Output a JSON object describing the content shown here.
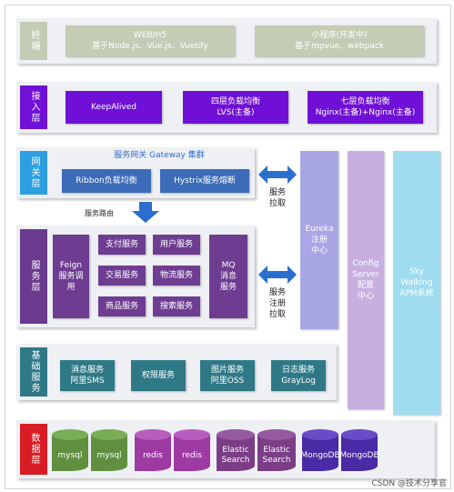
{
  "layers": {
    "client": "终端",
    "access": "接入层",
    "gateway": "网关层",
    "service": "服务层",
    "base": "基础服务",
    "data": "数据层"
  },
  "client": {
    "web_title": "WEB/H5",
    "web_sub": "基于Node.js、Vue.js、Vuetify",
    "mini_title": "小程序(开发中)",
    "mini_sub": "基于mpvue、webpack"
  },
  "access": {
    "keepalived": "KeepAlived",
    "lvs_title": "四层负载均衡",
    "lvs_sub": "LVS(主备)",
    "nginx_title": "七层负载均衡",
    "nginx_sub": "Nginx(主备)+Nginx(主备)"
  },
  "gateway": {
    "title": "服务网关 Gateway 集群",
    "ribbon": "Ribbon负载均衡",
    "hystrix": "Hystrix服务熔断",
    "route_label": "服务路由"
  },
  "service": {
    "feign": "Feign服务调用",
    "items": [
      "支付服务",
      "用户服务",
      "交易服务",
      "物流服务",
      "商品服务",
      "搜索服务"
    ],
    "mq": "MQ消息服务"
  },
  "base": {
    "msg": "消息服务\n阿里SMS",
    "auth": "权限服务",
    "img": "图片服务\n阿里OSS",
    "log": "日志服务\nGrayLog"
  },
  "data": {
    "items": [
      "mysql",
      "mysql",
      "redis",
      "redis",
      "Elastic Search",
      "Elastic Search",
      "MongoDB",
      "MongoDB"
    ]
  },
  "side": {
    "pull_label": "服务\n拉取",
    "register_label": "服务\n注册\n拉取",
    "eureka": "Eureka\n注册\n中心",
    "config": "Config\nServer\n配置\n中心",
    "sky": "Sky\nWalking\nAPM系统"
  },
  "footer": "CSDN @技术分享官",
  "colors": {
    "gray": "#c5ccb5",
    "purple": "#7010d6",
    "blue": "#3c6cb8",
    "plum": "#6e3d92",
    "teal": "#2f7987",
    "arrow": "#2a6fcf"
  }
}
